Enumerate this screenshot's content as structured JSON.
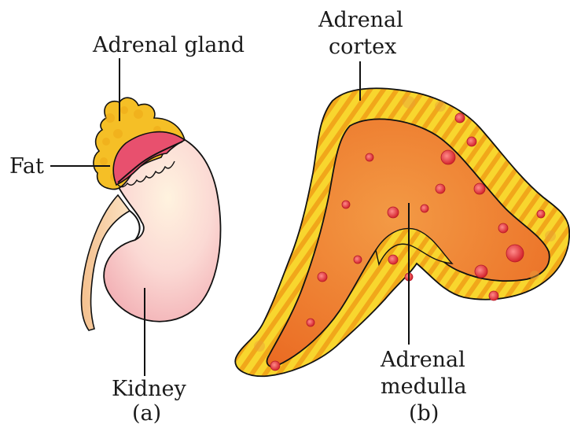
{
  "panel_a": {
    "caption": "(a)",
    "labels": {
      "adrenal_gland": "Adrenal gland",
      "fat": "Fat",
      "kidney": "Kidney"
    }
  },
  "panel_b": {
    "caption": "(b)",
    "labels": {
      "cortex_line1": "Adrenal",
      "cortex_line2": "cortex",
      "medulla_line1": "Adrenal",
      "medulla_line2": "medulla"
    }
  },
  "colors": {
    "kidney_fill": "#f7c9c8",
    "kidney_highlight": "#fde9dc",
    "fat_fill": "#f3b91c",
    "gland_cap": "#e8506e",
    "ureter": "#f8d7ac",
    "cortex_yellow": "#f7d229",
    "cortex_stripe": "#f2a91a",
    "medulla_orange": "#f07c2a",
    "cell_red": "#e43a3a"
  }
}
